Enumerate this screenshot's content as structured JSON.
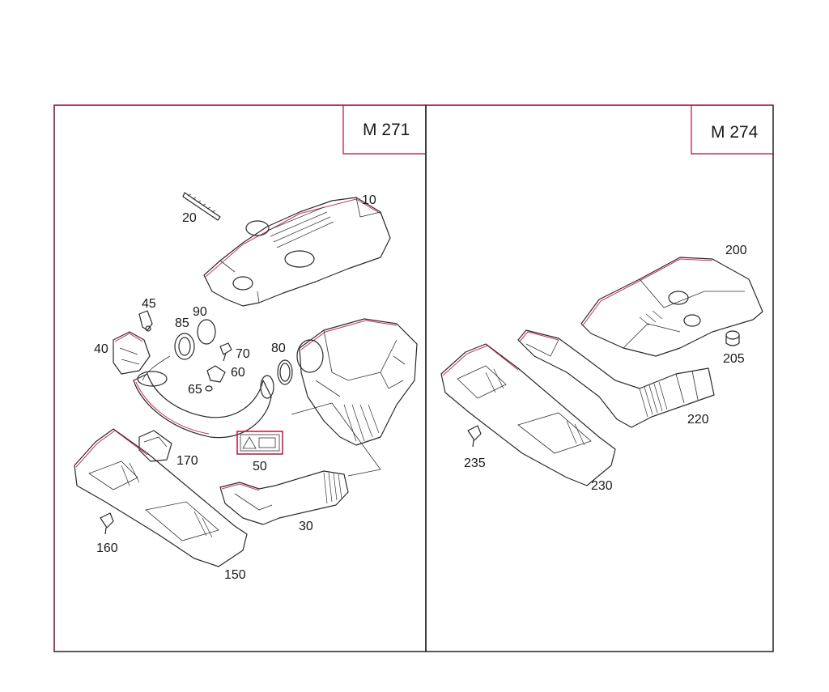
{
  "panels": [
    {
      "model": "M 271"
    },
    {
      "model": "M 274"
    }
  ],
  "labels": {
    "p10": "10",
    "p20": "20",
    "p30": "30",
    "p40": "40",
    "p45": "45",
    "p50": "50",
    "p60": "60",
    "p65": "65",
    "p70": "70",
    "p80": "80",
    "p85": "85",
    "p90": "90",
    "p150": "150",
    "p160": "160",
    "p170": "170",
    "p200": "200",
    "p205": "205",
    "p220": "220",
    "p230": "230",
    "p235": "235"
  },
  "colors": {
    "accent": "#c0103a",
    "line": "#2a2a2a"
  }
}
